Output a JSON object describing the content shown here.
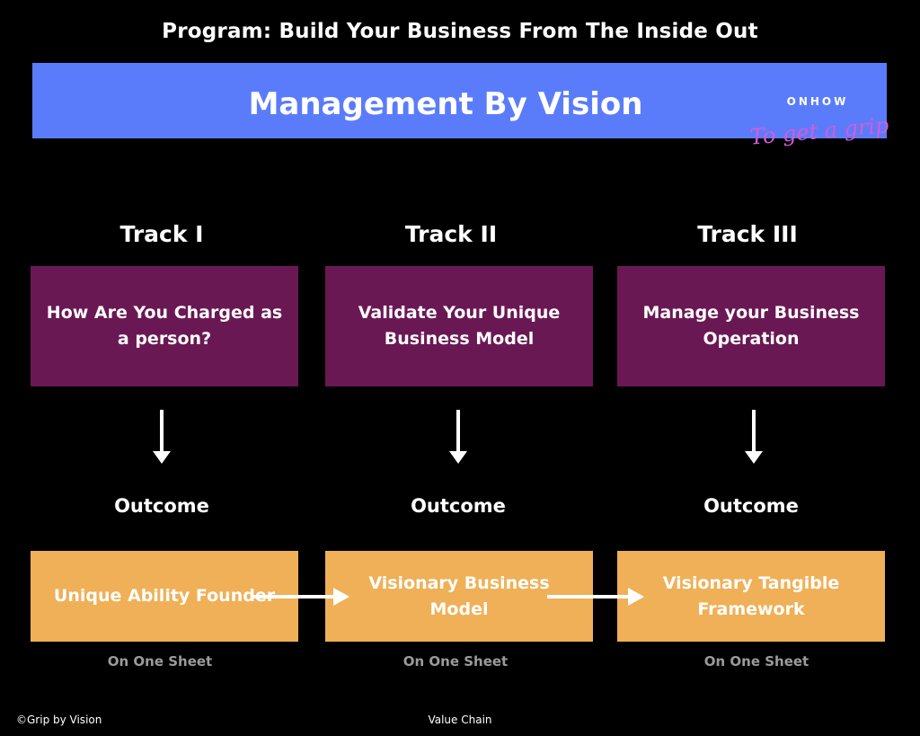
{
  "program_title": "Program: Build Your Business From The Inside Out",
  "banner": {
    "title": "Management By Vision",
    "logo_word": "ONHOW",
    "logo_script": "To get a grip"
  },
  "tracks": [
    {
      "title": "Track I",
      "box": "How Are You Charged as a person?",
      "outcome_label": "Outcome",
      "outcome": "Unique Ability Founder",
      "sheet": "On One Sheet"
    },
    {
      "title": "Track II",
      "box": "Validate Your Unique Business Model",
      "outcome_label": "Outcome",
      "outcome": "Visionary Business Model",
      "sheet": "On One Sheet"
    },
    {
      "title": "Track III",
      "box": "Manage your Business Operation",
      "outcome_label": "Outcome",
      "outcome": "Visionary Tangible Framework",
      "sheet": "On One Sheet"
    }
  ],
  "footer": {
    "copyright": "©Grip by Vision",
    "center": "Value Chain"
  },
  "colors": {
    "background": "#000000",
    "banner": "#5b7cfa",
    "track_box": "#6a1854",
    "outcome_box": "#efb057",
    "text": "#ffffff",
    "muted": "#9b9b9b",
    "logo_script": "#d65bd8"
  }
}
